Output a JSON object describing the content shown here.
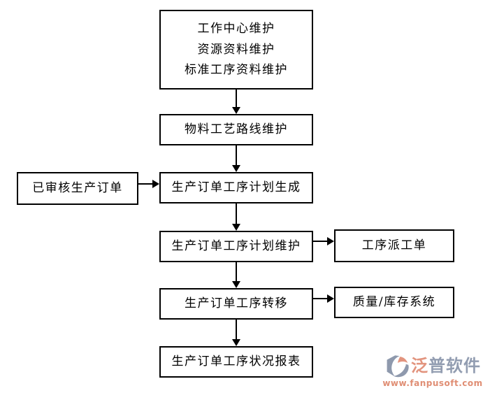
{
  "flowchart": {
    "nodes": {
      "master_data": {
        "lines": [
          "工作中心维护",
          "资源资料维护",
          "标准工序资料维护"
        ]
      },
      "routing": {
        "label": "物料工艺路线维护"
      },
      "approved_order": {
        "label": "已审核生产订单"
      },
      "plan_generate": {
        "label": "生产订单工序计划生成"
      },
      "plan_maintain": {
        "label": "生产订单工序计划维护"
      },
      "dispatch_order": {
        "label": "工序派工单"
      },
      "process_transfer": {
        "label": "生产订单工序转移"
      },
      "quality_inventory": {
        "label": "质量/库存系统"
      },
      "status_report": {
        "label": "生产订单工序状况报表"
      }
    },
    "edges": [
      {
        "from": "master_data",
        "to": "routing"
      },
      {
        "from": "routing",
        "to": "plan_generate"
      },
      {
        "from": "approved_order",
        "to": "plan_generate"
      },
      {
        "from": "plan_generate",
        "to": "plan_maintain"
      },
      {
        "from": "plan_maintain",
        "to": "dispatch_order"
      },
      {
        "from": "plan_maintain",
        "to": "process_transfer"
      },
      {
        "from": "process_transfer",
        "to": "quality_inventory"
      },
      {
        "from": "process_transfer",
        "to": "status_report"
      }
    ]
  },
  "logo": {
    "brand_char1": "泛",
    "brand_rest": "普软件",
    "url": "www.fanpusoft.com"
  },
  "colors": {
    "box_border": "#000000",
    "box_text": "#000000",
    "background": "#ffffff",
    "logo_blue": "#929db1",
    "logo_salmon": "#e2947e"
  }
}
